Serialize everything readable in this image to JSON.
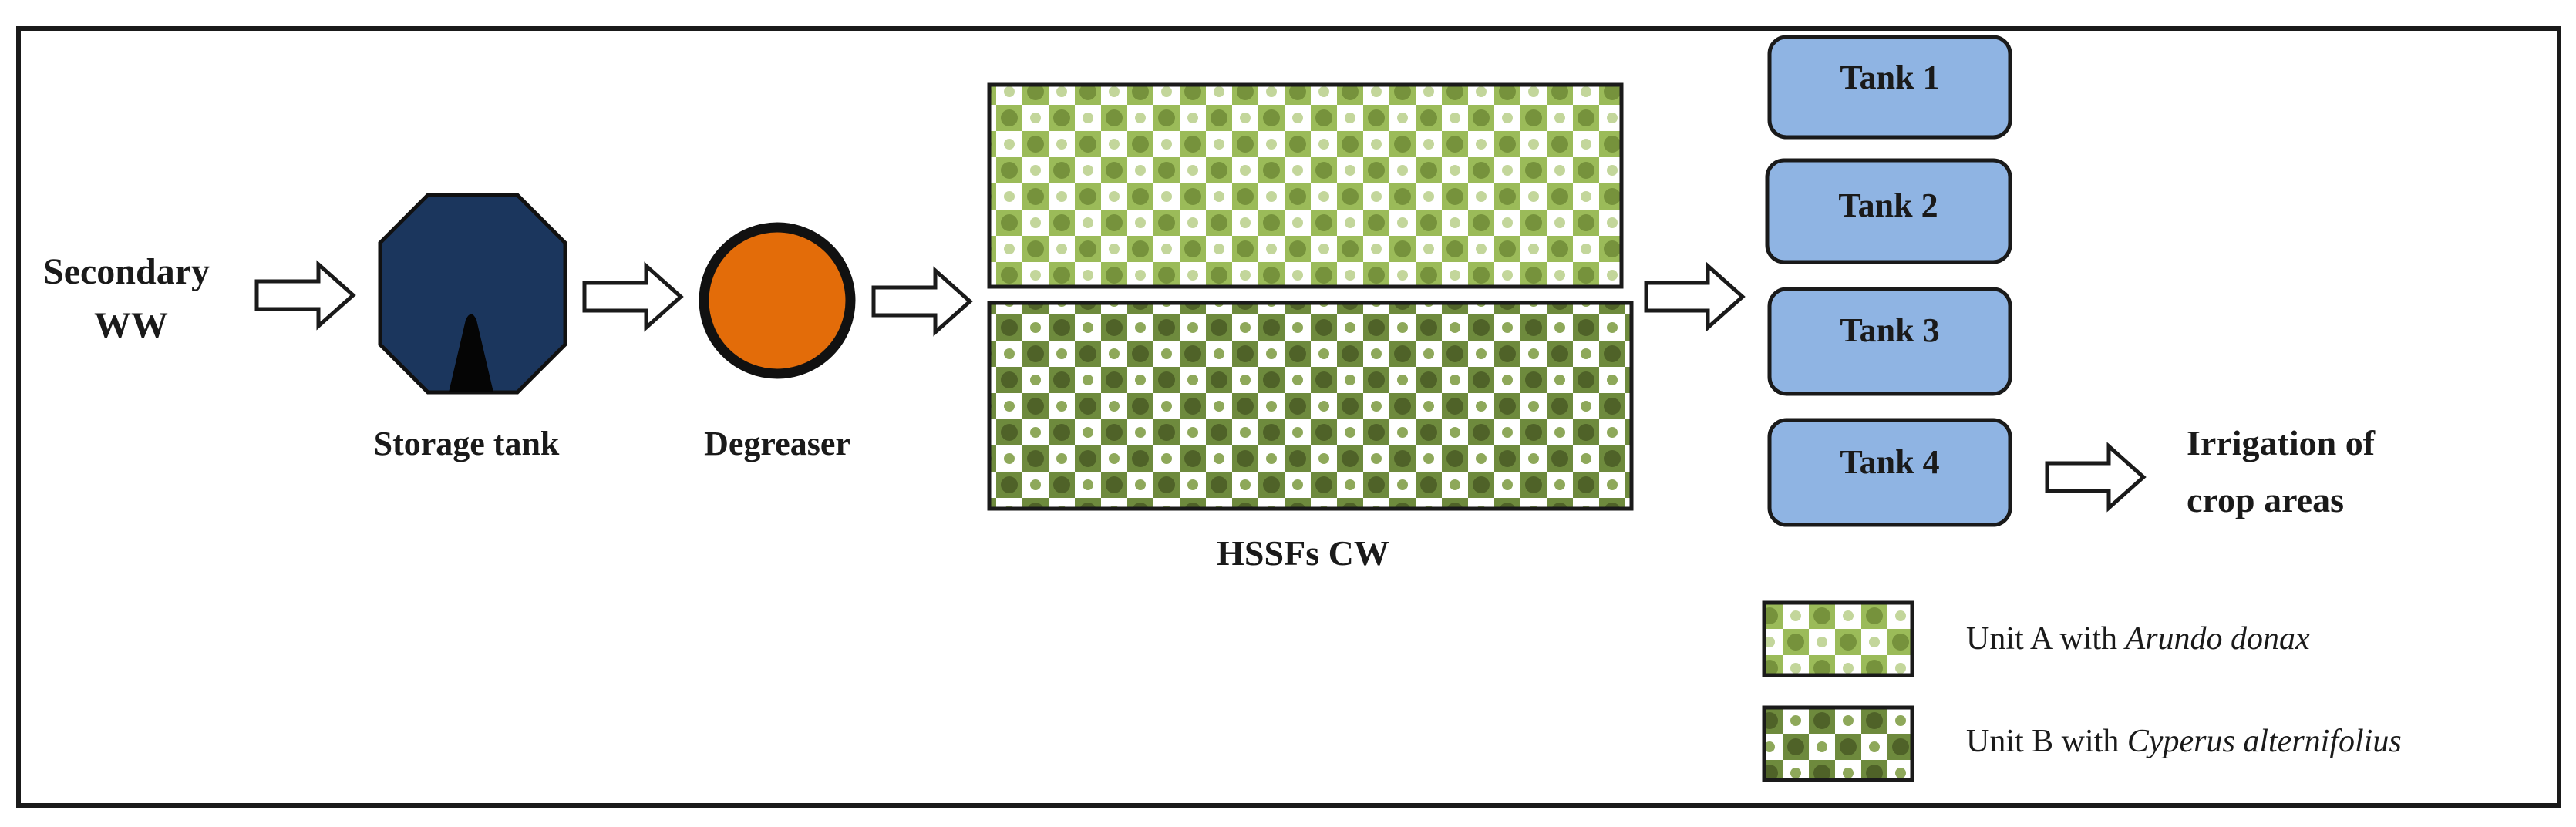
{
  "input": {
    "line1": "Secondary",
    "line2": "WW"
  },
  "storage_tank": {
    "label": "Storage tank",
    "color": "#1b365d"
  },
  "degreaser": {
    "label": "Degreaser",
    "color": "#e36c09"
  },
  "wetland": {
    "label": "HSSFs CW"
  },
  "tanks": [
    {
      "label": "Tank 1"
    },
    {
      "label": "Tank 2"
    },
    {
      "label": "Tank 3"
    },
    {
      "label": "Tank 4"
    }
  ],
  "tank_color": "#8fb4e3",
  "output": {
    "line1": "Irrigation of",
    "line2": "crop areas"
  },
  "legend": {
    "unit_a": {
      "prefix": "Unit  A with ",
      "species": "Arundo donax",
      "color_light": "#9bbb59",
      "color_dark": "#76923c"
    },
    "unit_b": {
      "prefix": "Unit  B with ",
      "species": "Cyperus alternifolius",
      "color_light": "#6e8a3d",
      "color_dark": "#4f6228"
    }
  }
}
